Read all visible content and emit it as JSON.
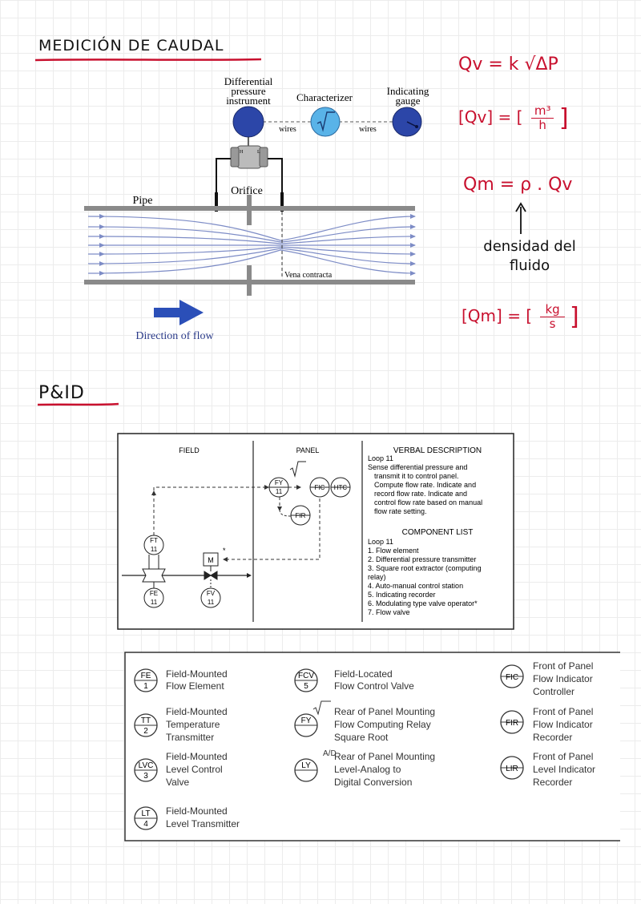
{
  "headings": {
    "flow": "MEDICIÓN DE CAUDAL",
    "pid": "P&ID"
  },
  "orifice_figure": {
    "labels": {
      "dp_line1": "Differential",
      "dp_line2": "pressure",
      "dp_line3": "instrument",
      "characterizer": "Characterizer",
      "gauge_line1": "Indicating",
      "gauge_line2": "gauge",
      "wires1": "wires",
      "wires2": "wires",
      "orifice": "Orifice",
      "pipe": "Pipe",
      "vena": "Vena contracta",
      "direction": "Direction of flow",
      "H": "H",
      "L": "L"
    },
    "colors": {
      "dark_blue": "#2c46a8",
      "light_blue": "#59b3e8",
      "arrow": "#2b4fb8",
      "streamline": "#7d8cc6"
    }
  },
  "notes": {
    "qv": "Qv = k √ΔP",
    "qv_units_left": "[Qv] = [",
    "qv_units_num": "m³",
    "qv_units_den": "h",
    "qm": "Qm = ρ . Qv",
    "density_line1": "densidad del",
    "density_line2": "fluido",
    "qm_units_left": "[Qm] = [",
    "qm_units_num": "kg",
    "qm_units_den": "s"
  },
  "pid_diagram": {
    "headers": {
      "field": "FIELD",
      "panel": "PANEL",
      "verbal": "VERBAL DESCRIPTION"
    },
    "bubbles": {
      "fy_top": "FY",
      "fy_bot": "11",
      "fic": "FIC",
      "htc": "HTC",
      "fir": "FIR",
      "ft_top": "FT",
      "ft_bot": "11",
      "fe_top": "FE",
      "fe_bot": "11",
      "fv_top": "FV",
      "fv_bot": "11",
      "m": "M",
      "star": "*"
    },
    "verbal_lines": [
      "Loop 11",
      "Sense differential pressure and",
      "    transmit it to control panel.",
      "    Compute flow rate. Indicate and",
      "    record flow rate. Indicate and",
      "    control flow rate based on manual",
      "    flow rate setting."
    ],
    "component_header": "COMPONENT LIST",
    "component_lines": [
      "Loop 11",
      "1.  Flow element",
      "2.  Differential pressure transmitter",
      "3.  Square root extractor (computing",
      "     relay)",
      "4.  Auto-manual control station",
      "5.  Indicating recorder",
      "6.  Modulating type valve operator*",
      "7.  Flow valve"
    ]
  },
  "legend": {
    "items": [
      {
        "tag_top": "FE",
        "tag_bot": "1",
        "lines": [
          "Field-Mounted",
          "Flow Element"
        ]
      },
      {
        "tag_top": "TT",
        "tag_bot": "2",
        "lines": [
          "Field-Mounted",
          "Temperature",
          "Transmitter"
        ]
      },
      {
        "tag_top": "LVC",
        "tag_bot": "3",
        "lines": [
          "Field-Mounted",
          "Level Control",
          "Valve"
        ]
      },
      {
        "tag_top": "LT",
        "tag_bot": "4",
        "lines": [
          "Field-Mounted",
          "Level Transmitter"
        ]
      },
      {
        "tag_top": "FCV",
        "tag_bot": "5",
        "lines": [
          "Field-Located",
          "Flow Control Valve"
        ]
      },
      {
        "tag_top": "FY",
        "tag_bot": "",
        "lines": [
          "Rear of Panel Mounting",
          "Flow Computing Relay",
          "Square Root"
        ]
      },
      {
        "tag_top": "LY",
        "tag_bot": "",
        "lines": [
          "Rear of Panel Mounting",
          "Level-Analog to",
          "Digital Conversion"
        ],
        "superscript": "A/D"
      },
      {
        "tag_top": "FIC",
        "tag_bot": "",
        "lines": [
          "Front of Panel",
          "Flow Indicator",
          "Controller"
        ]
      },
      {
        "tag_top": "FIR",
        "tag_bot": "",
        "lines": [
          "Front of Panel",
          "Flow Indicator",
          "Recorder"
        ]
      },
      {
        "tag_top": "LIR",
        "tag_bot": "",
        "lines": [
          "Front of Panel",
          "Level Indicator",
          "Recorder"
        ]
      }
    ]
  }
}
